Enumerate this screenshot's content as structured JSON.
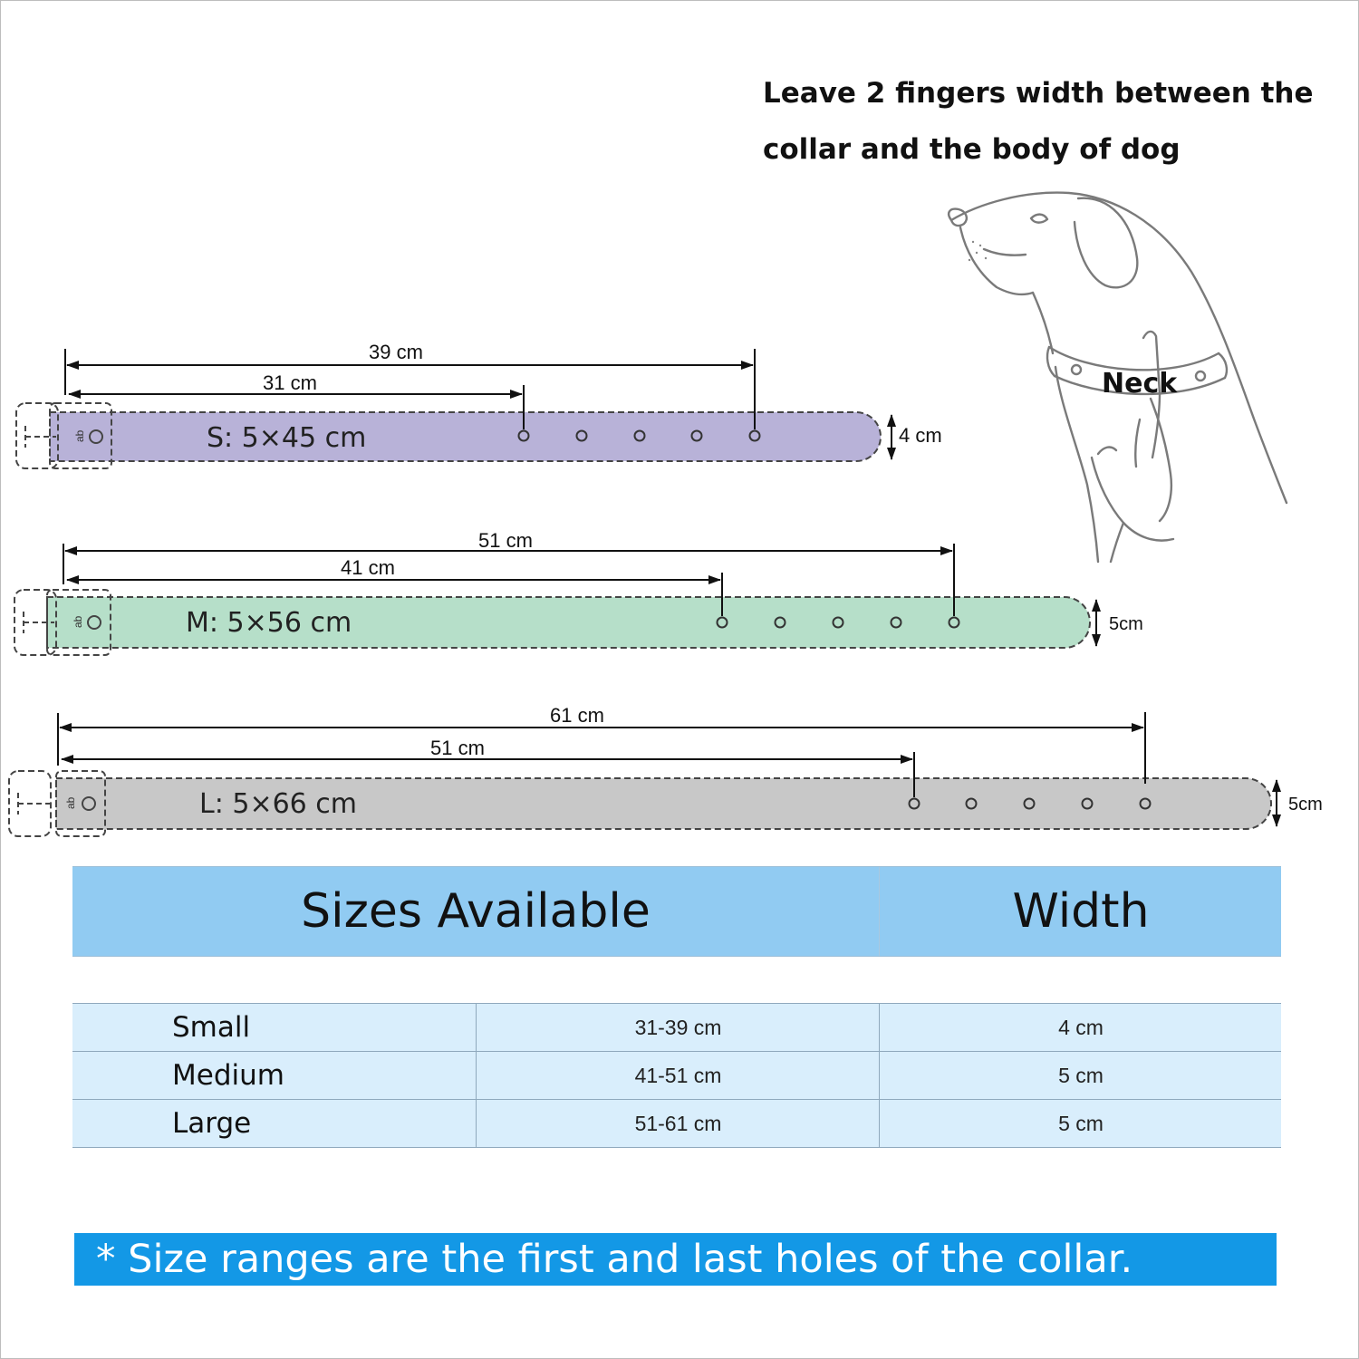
{
  "tip": "Leave 2 fingers width between the collar and the body of dog",
  "neck_label": "Neck",
  "collars": [
    {
      "label": "S: 5×45 cm",
      "max_length": "39 cm",
      "min_length": "31 cm",
      "width": "4 cm"
    },
    {
      "label": "M: 5×56 cm",
      "max_length": "51 cm",
      "min_length": "41 cm",
      "width": "5cm"
    },
    {
      "label": "L: 5×66 cm",
      "max_length": "61 cm",
      "min_length": "51 cm",
      "width": "5cm"
    }
  ],
  "table": {
    "headers": [
      "Sizes Available",
      "Width"
    ],
    "rows": [
      {
        "size": "Small",
        "range": "31-39 cm",
        "width": "4 cm"
      },
      {
        "size": "Medium",
        "range": "41-51 cm",
        "width": "5 cm"
      },
      {
        "size": "Large",
        "range": "51-61 cm",
        "width": "5 cm"
      }
    ]
  },
  "colors": {
    "small_collar": "#b8b2d8",
    "medium_collar": "#b6dfc9",
    "large_collar": "#c8c8c8",
    "table_header": "#91cbf2",
    "table_row": "#d9eefc",
    "note_background": "#1398e6"
  },
  "note": "* Size ranges are the first and last holes of the collar."
}
